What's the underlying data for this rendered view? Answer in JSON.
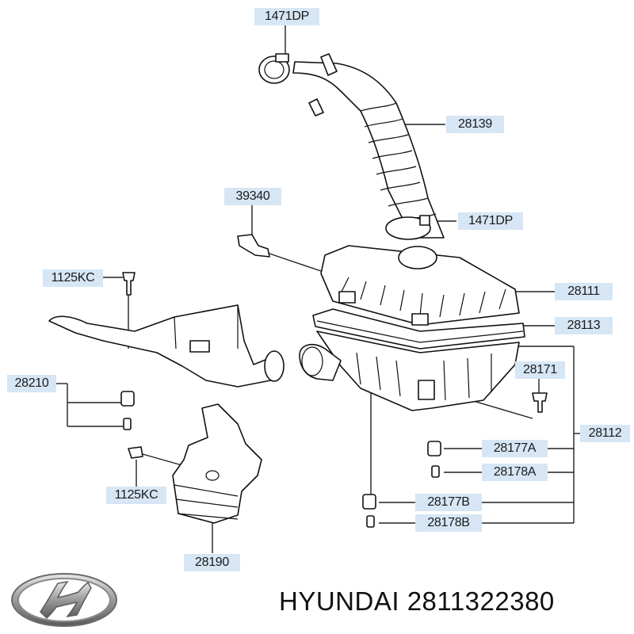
{
  "parts": [
    {
      "id": "p-1471dp-top",
      "label": "1471DP"
    },
    {
      "id": "p-28139",
      "label": "28139"
    },
    {
      "id": "p-39340",
      "label": "39340"
    },
    {
      "id": "p-1471dp-bot",
      "label": "1471DP"
    },
    {
      "id": "p-1125kc-top",
      "label": "1125KC"
    },
    {
      "id": "p-28111",
      "label": "28111"
    },
    {
      "id": "p-28113",
      "label": "28113"
    },
    {
      "id": "p-28171",
      "label": "28171"
    },
    {
      "id": "p-28210",
      "label": "28210"
    },
    {
      "id": "p-28112",
      "label": "28112"
    },
    {
      "id": "p-28177a",
      "label": "28177A"
    },
    {
      "id": "p-28178a",
      "label": "28178A"
    },
    {
      "id": "p-1125kc-bot",
      "label": "1125KC"
    },
    {
      "id": "p-28177b",
      "label": "28177B"
    },
    {
      "id": "p-28178b",
      "label": "28178B"
    },
    {
      "id": "p-28190",
      "label": "28190"
    }
  ],
  "caption": {
    "brand": "HYUNDAI",
    "part_number": "2811322380",
    "logo_icon": "hyundai-logo-icon"
  }
}
